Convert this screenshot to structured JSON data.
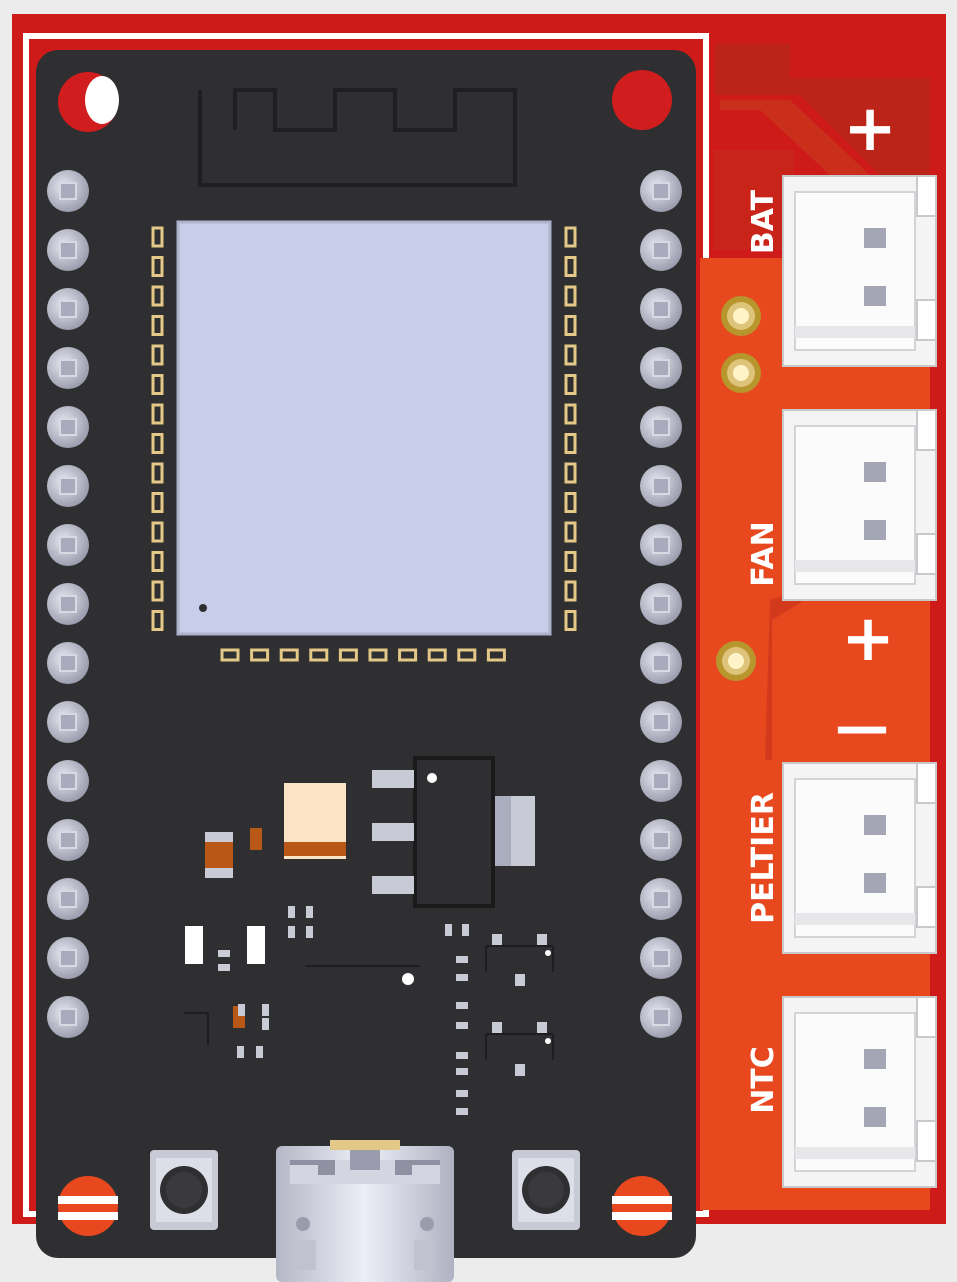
{
  "board": {
    "labels": {
      "bat": "BAT",
      "fan": "FAN",
      "peltier": "PELTIER",
      "ntc": "NTC",
      "plus_top": "+",
      "plus_mid": "+",
      "minus_mid": "—"
    },
    "colors": {
      "pcb": "#cf1a1a",
      "pcb_copper": "#e8481e",
      "module": "#2f2f31",
      "shield": "#c8cde9",
      "pin": "#bfc1d0",
      "pad_gold": "#e3c887",
      "connector": "#f4f4f4"
    },
    "icons": [
      "antenna-trace-icon",
      "micro-usb-port-icon",
      "mounting-hole-icon",
      "tactile-button-icon"
    ]
  }
}
